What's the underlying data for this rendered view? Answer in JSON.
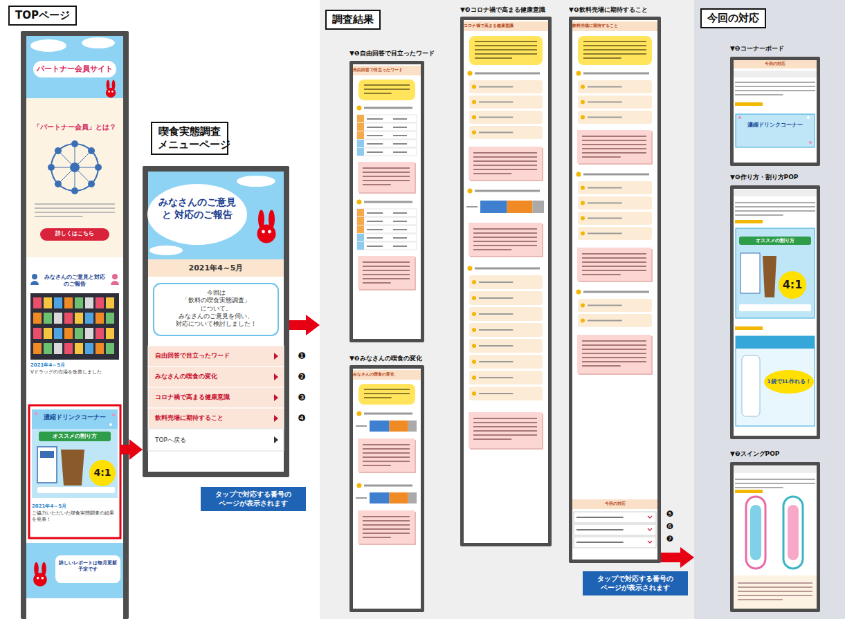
{
  "diagram": {
    "nodes": [
      {
        "text": [
          "TOPページ"
        ]
      },
      {
        "text": [
          "パートナー会員サイト",
          "「パートナー会員」とは？",
          "詳しくはこちら",
          "みなさんのご意見と対応のご報告",
          "2021年4～5月",
          "Vドラッグの売場を改善しました"
        ]
      },
      {
        "text": [
          "濃縮ドリンクコーナー",
          "オススメの割り方",
          "4:1",
          "2021年4～5月",
          "ご協力いただいた喫食実態調査の結果を発表！"
        ],
        "in": 1
      },
      {
        "text": [
          "詳しいレポートは毎月更新予定です"
        ],
        "in": 1
      },
      {
        "text": [
          "喫食実態調査 メニューページ"
        ]
      },
      {
        "text": [
          "みなさんのご意見 と 対応のご報告",
          "2021年4～5月"
        ]
      },
      {
        "text": [
          "今回は 「飲料の喫食実態調査」 について。 みなさんのご意見を伺い、 対応について検討しました！"
        ],
        "in": 5
      },
      {
        "text": [
          "自由回答で目立ったワード"
        ],
        "in": 5
      },
      {
        "text": [
          "みなさんの喫食の変化"
        ],
        "in": 5
      },
      {
        "text": [
          "コロナ禍で高まる健康意識"
        ],
        "in": 5
      },
      {
        "text": [
          "飲料売場に期待すること"
        ],
        "in": 5
      },
      {
        "text": [
          "TOPへ戻る"
        ],
        "in": 5
      },
      {
        "text": [
          "調査結果"
        ]
      },
      {
        "text": [
          "▼❶自由回答で目立ったワード",
          "自由回答で目立ったワード"
        ],
        "in": 12
      },
      {
        "text": [
          "▼❷みなさんの喫食の変化",
          "みなさんの喫食の変化"
        ],
        "in": 12
      },
      {
        "text": [
          "▼❸コロナ禍で高まる健康意識",
          "コロナ禍で高まる健康意識"
        ],
        "in": 12
      },
      {
        "text": [
          "▼❹飲料売場に期待すること",
          "飲料売場に期待すること",
          "今回の対応"
        ],
        "in": 12
      },
      {
        "text": [
          "今回の対応"
        ]
      },
      {
        "text": [
          "▼❺コーナーボード",
          "今回の対応",
          "濃縮ドリンクコーナー"
        ],
        "in": 17
      },
      {
        "text": [
          "▼❻作り方・割り方POP",
          "オススメの割り方",
          "4:1",
          "1袋で1L作れる！"
        ],
        "in": 17
      },
      {
        "text": [
          "▼❼スイングPOP"
        ],
        "in": 17
      }
    ],
    "edges": [
      {
        "from": 2,
        "to": 5,
        "arrow": "to"
      },
      {
        "from": 5,
        "to": 12,
        "arrow": "to"
      },
      {
        "from": 16,
        "to": 17,
        "arrow": "to"
      }
    ],
    "labels": [
      "❶",
      "❷",
      "❸",
      "❹",
      "タップで対応する番号の ページが表示されます",
      "❺",
      "❻",
      "❼",
      "タップで対応する番号の ページが表示されます"
    ]
  }
}
